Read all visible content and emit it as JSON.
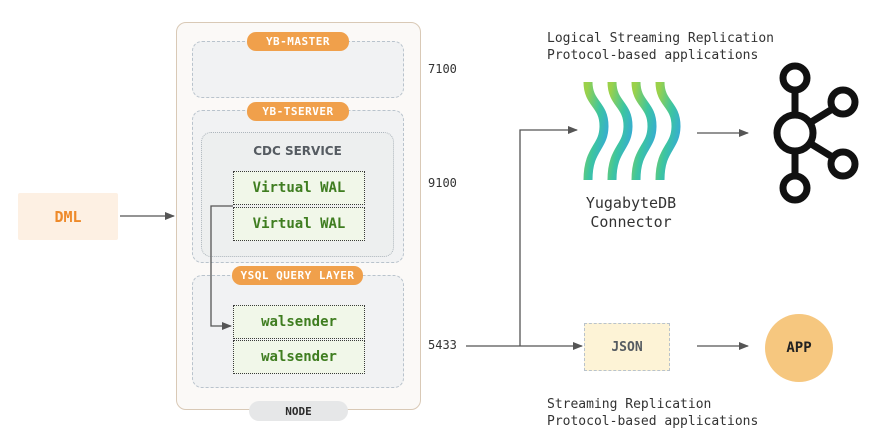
{
  "node": {
    "label": "NODE",
    "master_label": "YB-MASTER",
    "tserver_label": "YB-TSERVER",
    "cdc_service_label": "CDC SERVICE",
    "virtual_wals": [
      "Virtual WAL",
      "Virtual WAL"
    ],
    "ysql_label": "YSQL QUERY LAYER",
    "walsenders": [
      "walsender",
      "walsender"
    ]
  },
  "ports": {
    "master": "7100",
    "tserver": "9100",
    "ysql": "5433"
  },
  "dml_label": "DML",
  "logical": {
    "caption_line1": "Logical Streaming Replication",
    "caption_line2": "Protocol-based applications",
    "connector_line1": "YugabyteDB",
    "connector_line2": "Connector"
  },
  "streaming": {
    "caption_line1": "Streaming Replication",
    "caption_line2": "Protocol-based applications",
    "json_label": "JSON",
    "app_label": "APP"
  },
  "icons": {
    "connector_logo": "yugabytedb-logo-icon",
    "sink_logo": "kafka-logo-icon"
  },
  "colors": {
    "accent_orange": "#f0a04b",
    "wal_green": "#3f7d20",
    "app_fill": "#f6c77f",
    "json_fill": "#fdf3d6"
  }
}
